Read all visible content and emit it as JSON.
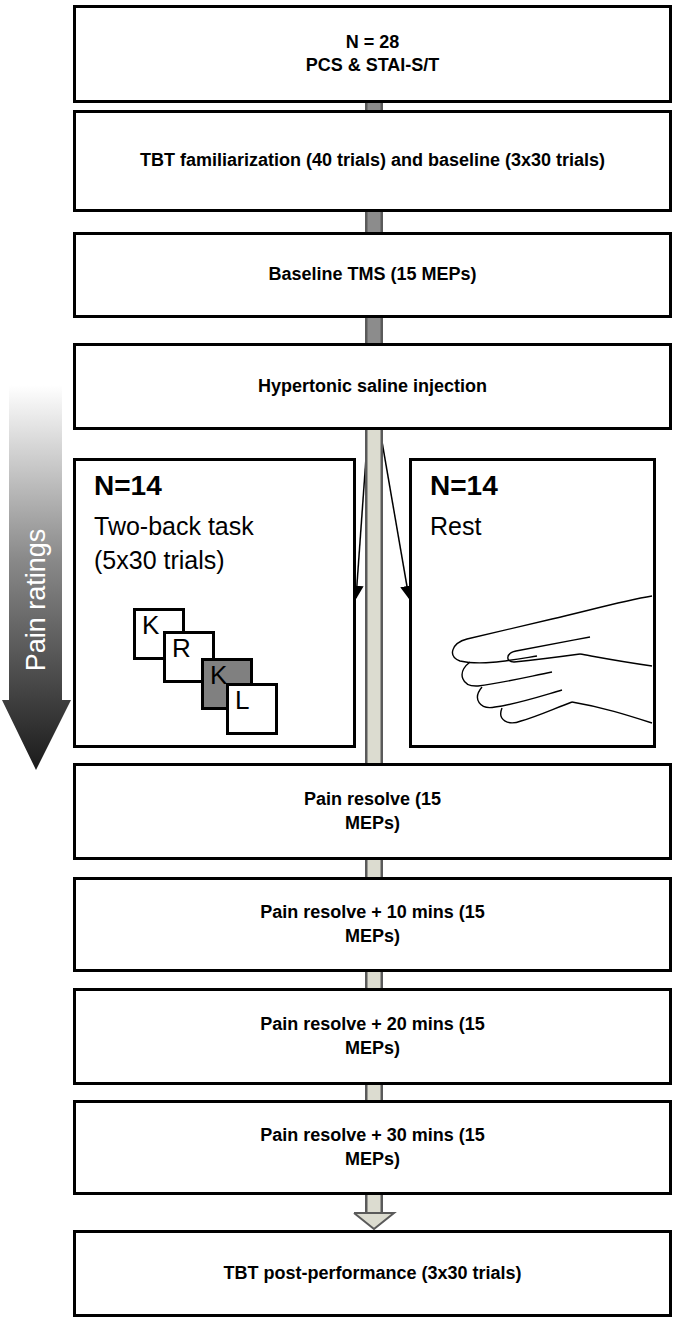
{
  "diagram": {
    "nodes": [
      {
        "text": [
          "N = 28",
          "PCS & STAI-S/T"
        ]
      },
      {
        "text": [
          "TBT familiarization (40 trials) and baseline (3x30 trials)"
        ]
      },
      {
        "text": [
          "Baseline TMS (15 MEPs)"
        ]
      },
      {
        "text": [
          "Hypertonic saline injection"
        ]
      },
      {
        "text": [
          "N=14",
          "Two-back task",
          "(5x30 trials)"
        ]
      },
      {
        "text": [
          "N=14",
          "Rest"
        ]
      },
      {
        "text": [
          "Pain resolve (15 MEPs)"
        ]
      },
      {
        "text": [
          "Pain resolve + 10 mins (15 MEPs)"
        ]
      },
      {
        "text": [
          "Pain resolve + 20 mins (15 MEPs)"
        ]
      },
      {
        "text": [
          "Pain resolve + 30 mins (15 MEPs)"
        ]
      },
      {
        "text": [
          "TBT post-performance (3x30 trials)"
        ]
      }
    ],
    "edges": [
      {
        "from": 0,
        "to": 1,
        "arrow": "none"
      },
      {
        "from": 1,
        "to": 2,
        "arrow": "none"
      },
      {
        "from": 2,
        "to": 3,
        "arrow": "none"
      },
      {
        "from": 3,
        "to": 4,
        "arrow": "to"
      },
      {
        "from": 3,
        "to": 5,
        "arrow": "to"
      },
      {
        "from": 3,
        "to": 6,
        "arrow": "none"
      },
      {
        "from": 6,
        "to": 7,
        "arrow": "none"
      },
      {
        "from": 7,
        "to": 8,
        "arrow": "none"
      },
      {
        "from": 8,
        "to": 9,
        "arrow": "none"
      },
      {
        "from": 9,
        "to": 10,
        "arrow": "to"
      }
    ],
    "labels": [
      "Pain ratings",
      "K",
      "R",
      "K",
      "L"
    ]
  }
}
